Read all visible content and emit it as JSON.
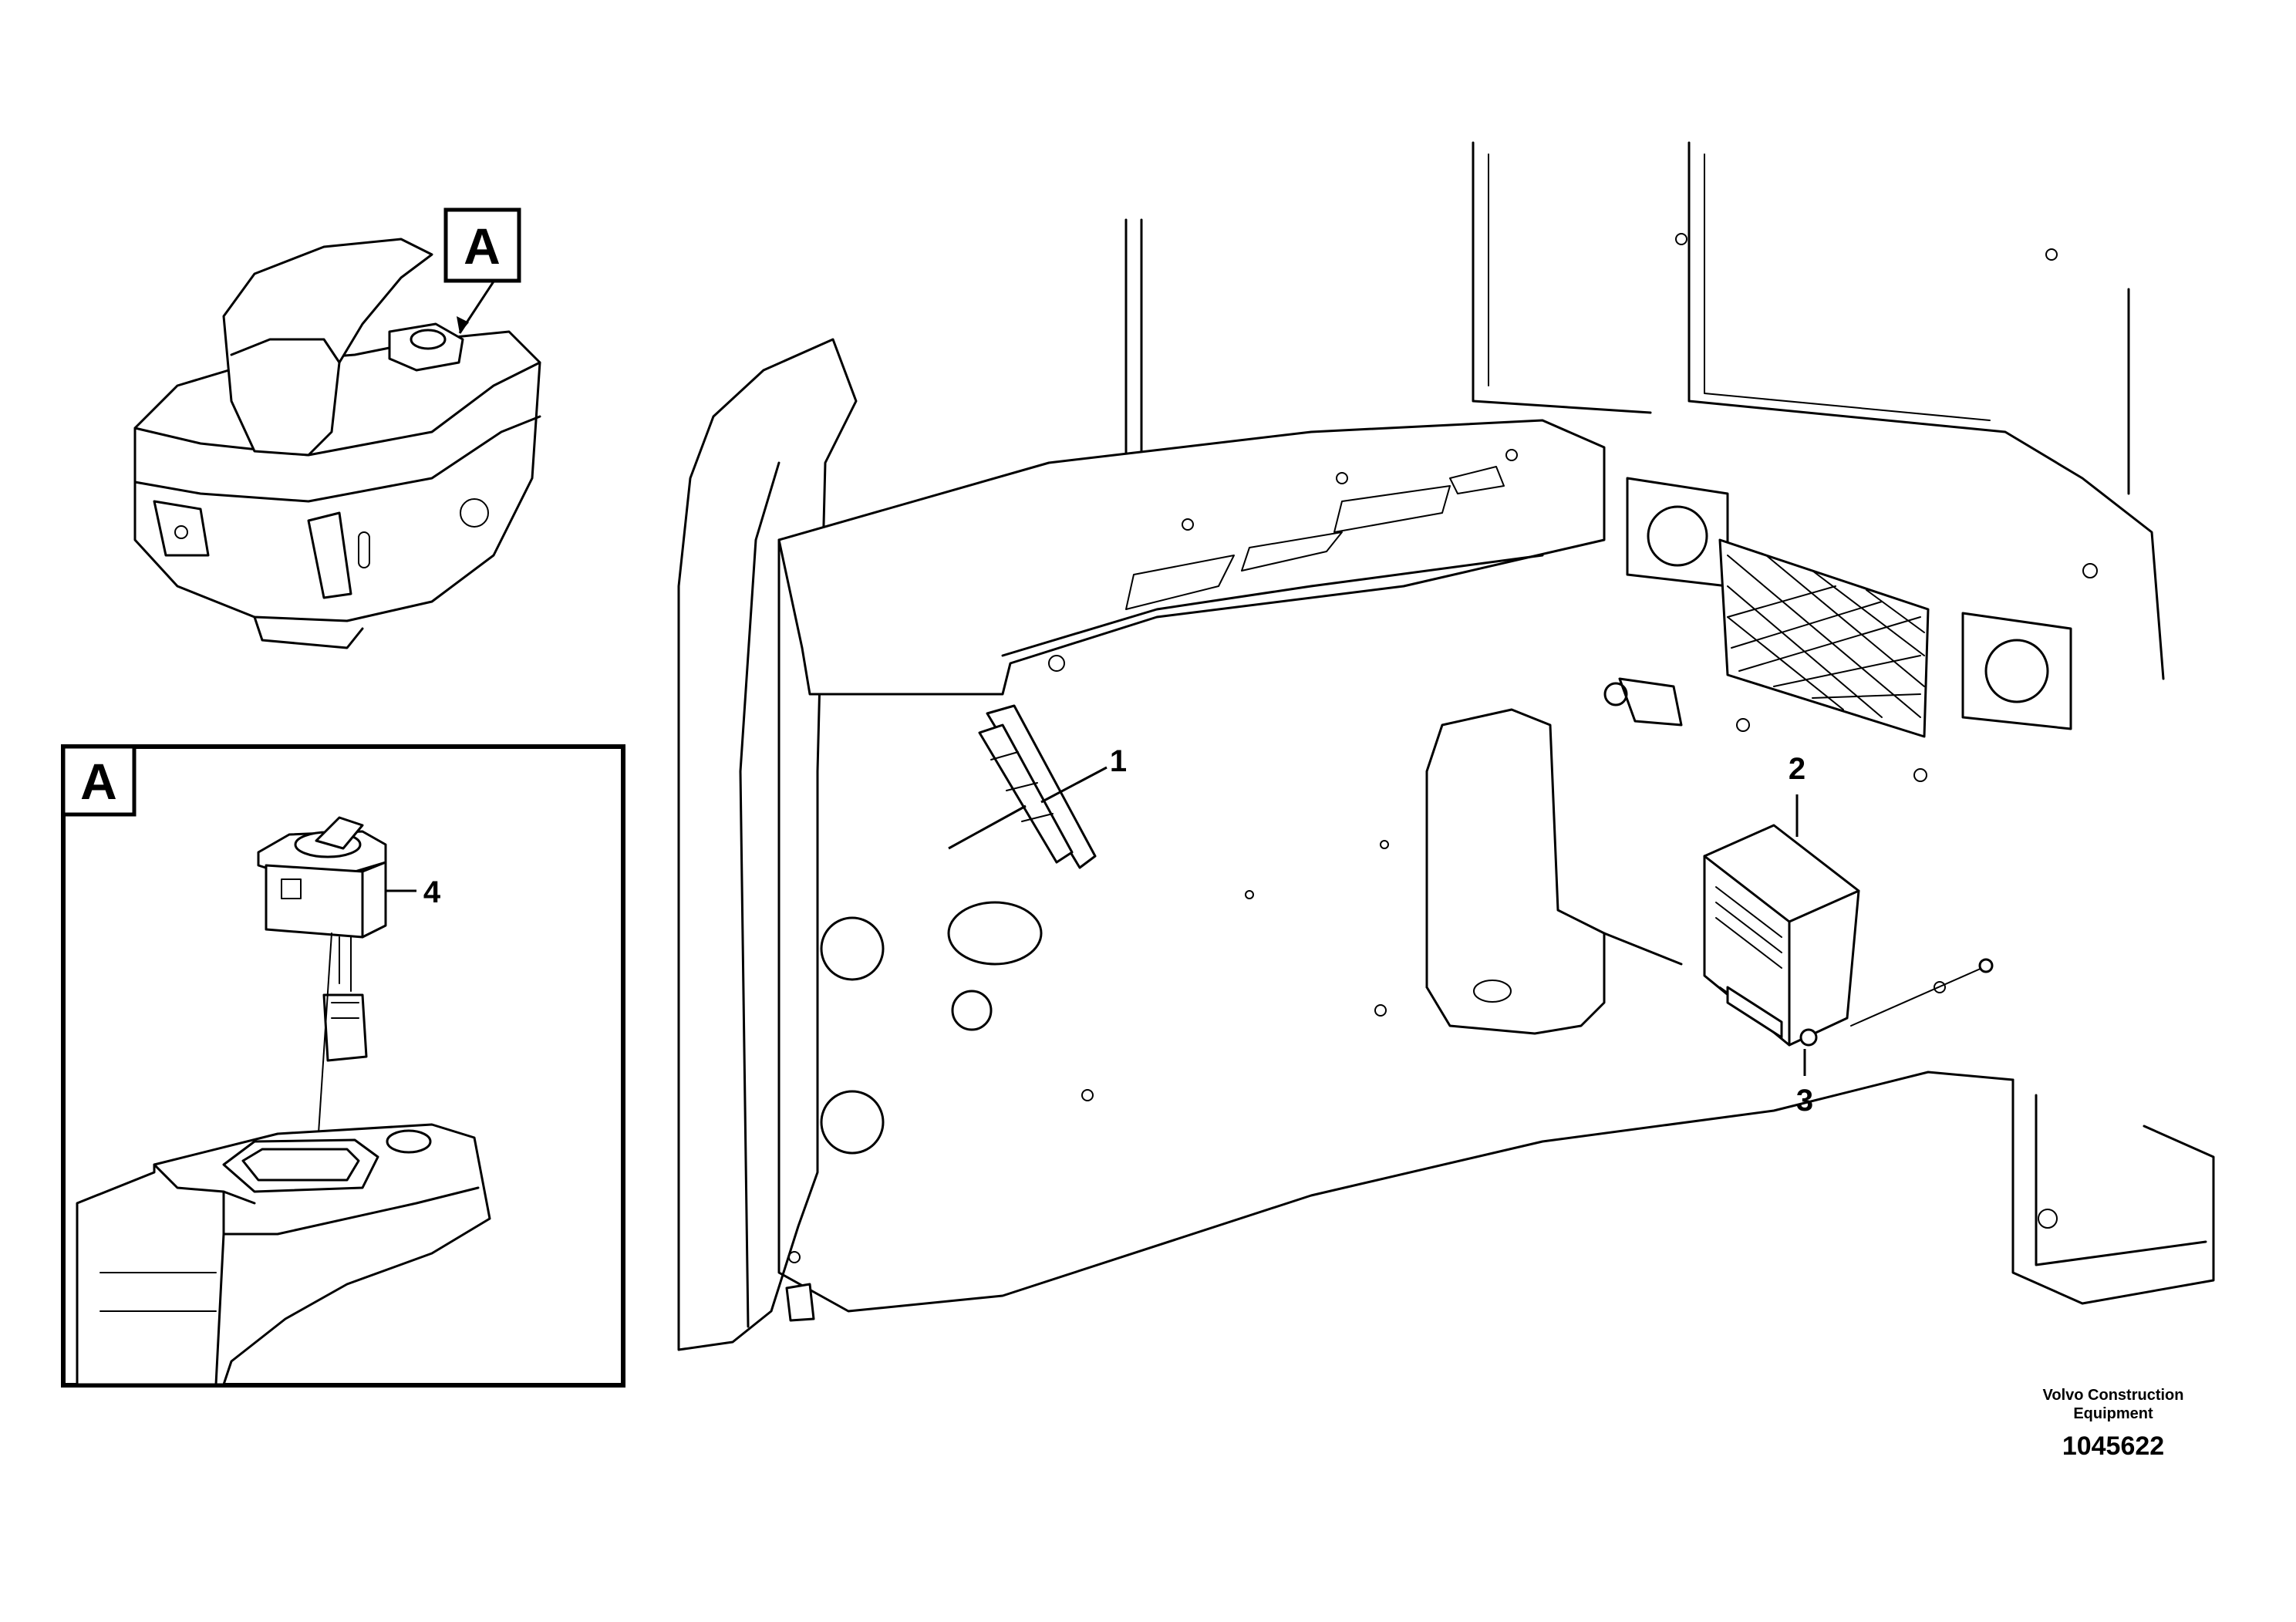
{
  "view_labels": {
    "detail_a_pointer": "A",
    "detail_a_frame": "A"
  },
  "part_numbers": {
    "p1": "1",
    "p2": "2",
    "p3": "3",
    "p4": "4"
  },
  "credit": {
    "line1": "Volvo Construction",
    "line2": "Equipment"
  },
  "drawing_number": "1045622"
}
